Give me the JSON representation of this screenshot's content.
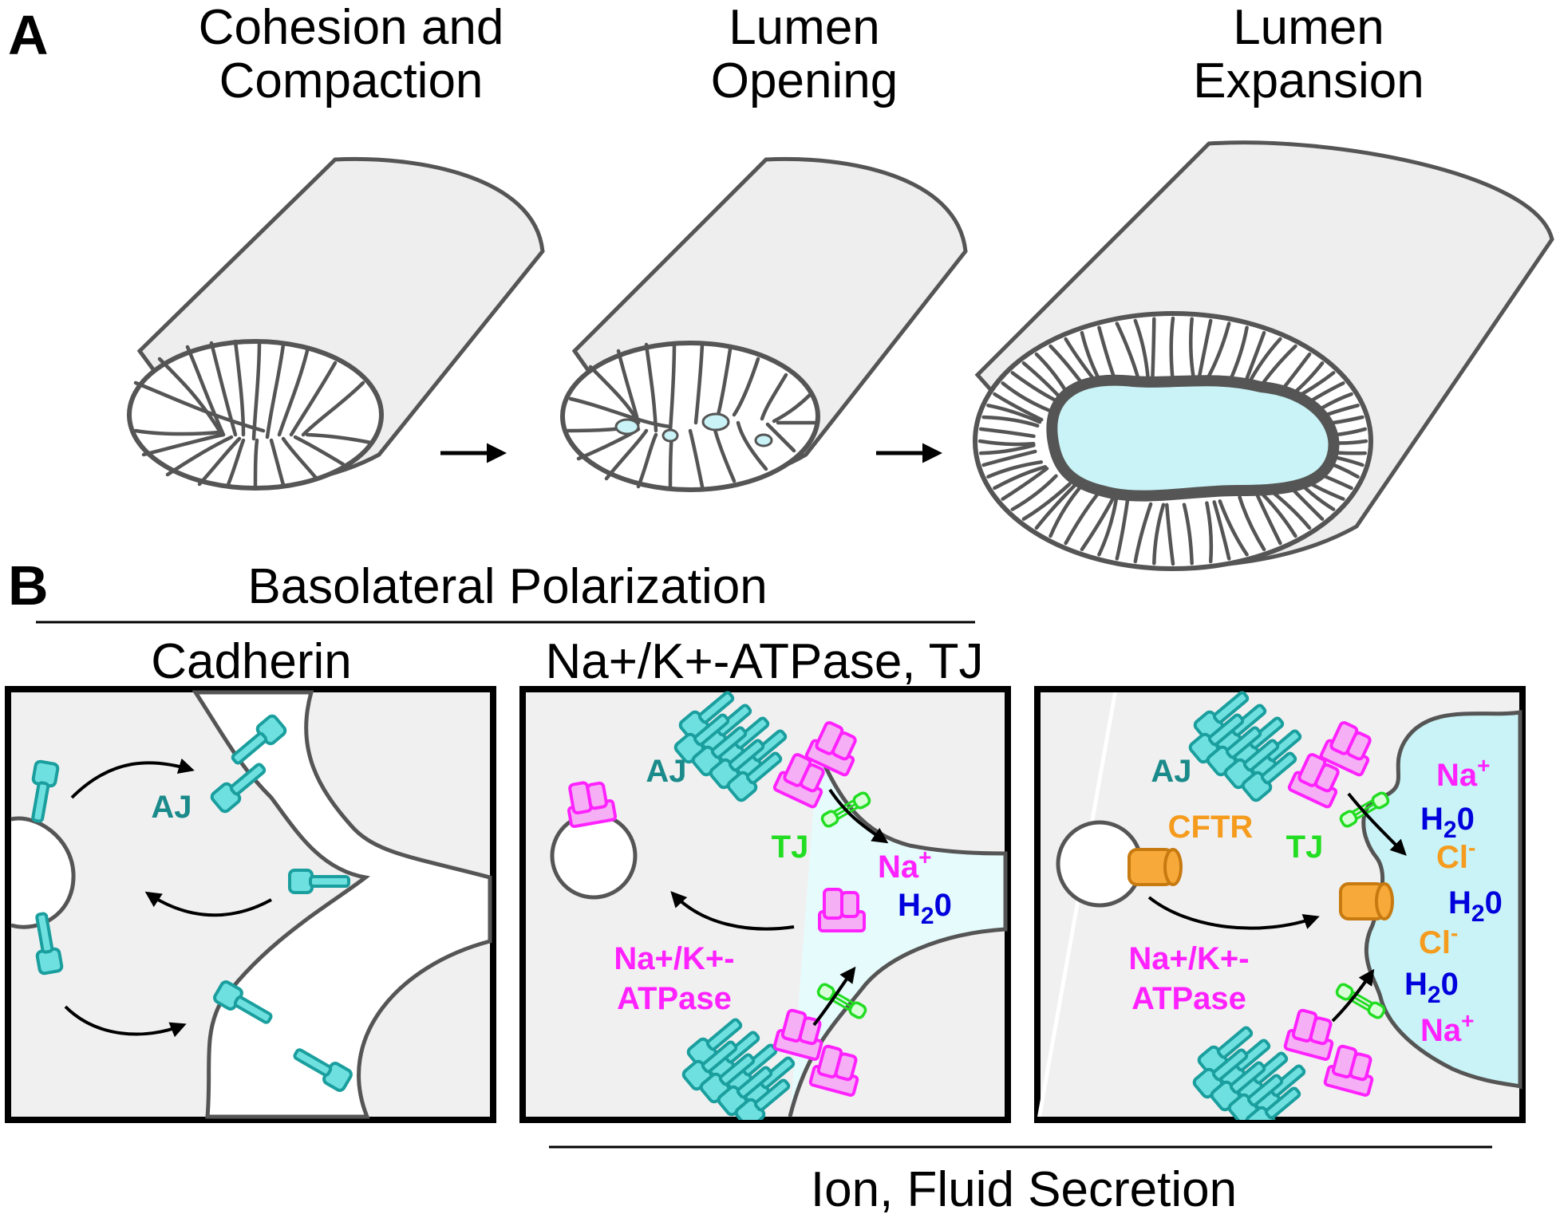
{
  "panels": {
    "a": "A",
    "b": "B"
  },
  "stages": [
    {
      "line1": "Cohesion and",
      "line2": "Compaction"
    },
    {
      "line1": "Lumen",
      "line2": "Opening"
    },
    {
      "line1": "Lumen",
      "line2": "Expansion"
    }
  ],
  "headers": {
    "basolateral": "Basolateral Polarization",
    "cadherin": "Cadherin",
    "atpase_tj": "Na+/K+-ATPase, TJ",
    "ion_fluid": "Ion, Fluid Secretion"
  },
  "box1": {
    "aj": "AJ"
  },
  "box2": {
    "aj": "AJ",
    "tj": "TJ",
    "na": "Na",
    "plus": "+",
    "h2o_h": "H",
    "h2o_2": "2",
    "h2o_o": "0",
    "atpase1": "Na+/K+-",
    "atpase2": "ATPase"
  },
  "box3": {
    "aj": "AJ",
    "tj": "TJ",
    "cftr": "CFTR",
    "na": "Na",
    "plus": "+",
    "cl": "Cl",
    "minus": "-",
    "h2o_h": "H",
    "h2o_2": "2",
    "h2o_o": "0",
    "atpase1": "Na+/K+-",
    "atpase2": "ATPase"
  },
  "colors": {
    "cadherin": "#1a9e9e",
    "cadherin_fill": "#6fe0e0",
    "atpase": "#ff22ff",
    "atpase_fill": "#f5b0f5",
    "tight_junction": "#22dd22",
    "water": "#0000dd",
    "cftr": "#f59b1d",
    "lumen": "#c9f3f6"
  }
}
